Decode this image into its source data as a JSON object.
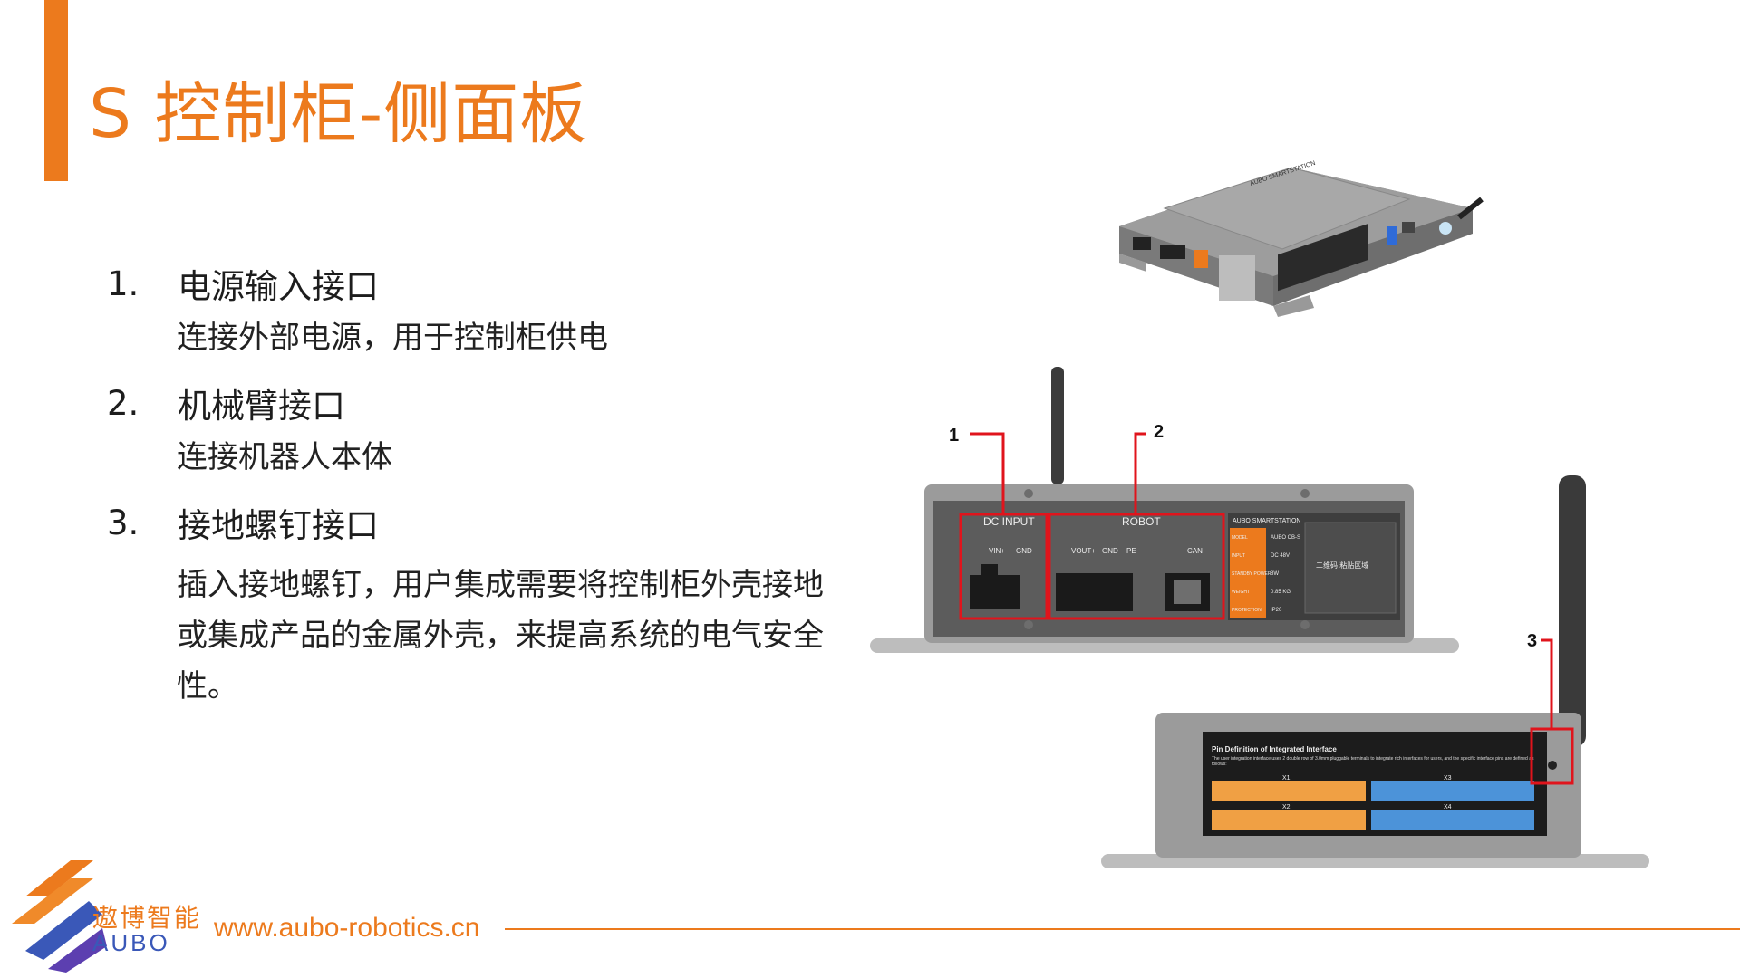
{
  "title": "S 控制柜-侧面板",
  "items": [
    {
      "num": "1.",
      "label": "电源输入接口",
      "desc": "连接外部电源，用于控制柜供电"
    },
    {
      "num": "2.",
      "label": "机械臂接口",
      "desc": "连接机器人本体"
    },
    {
      "num": "3.",
      "label": "接地螺钉接口",
      "desc": "插入接地螺钉，用户集成需要将控制柜外壳接地或集成产品的金属外壳，来提高系统的电气安全性。"
    }
  ],
  "footer": {
    "url": "www.aubo-robotics.cn",
    "logo_cn": "遨博智能",
    "logo_en": "AUBO"
  },
  "device": {
    "top_label": "AUBO SMARTSTATION",
    "callouts": [
      "1",
      "2",
      "3"
    ],
    "dc_input": "DC INPUT",
    "dc_pins": [
      "VIN+",
      "GND"
    ],
    "robot": "ROBOT",
    "robot_pins": [
      "VOUT+",
      "GND",
      "PE"
    ],
    "can": "CAN",
    "nameplate_title": "AUBO SMARTSTATION",
    "nameplate_rows": [
      {
        "k": "MODEL",
        "v": "AUBO CB-S"
      },
      {
        "k": "INPUT",
        "v": "DC 48V"
      },
      {
        "k": "STANDBY POWER",
        "v": "8W"
      },
      {
        "k": "WEIGHT",
        "v": "0.85 KG"
      },
      {
        "k": "PROTECTION",
        "v": "IP20"
      }
    ],
    "qr_text": "二维码\n粘贴区域",
    "pin_title": "Pin Definition of Integrated Interface",
    "pin_desc": "The user integration interface uses 2 double row of 3.0mm pluggable terminals to integrate rich interfaces for users, and the specific interface pins are defined as follows:",
    "blocks": [
      "X1",
      "X2",
      "X3",
      "X4"
    ]
  },
  "colors": {
    "accent": "#ec7a1d",
    "logo_blue": "#3a58b8",
    "callout": "#e0141c"
  }
}
